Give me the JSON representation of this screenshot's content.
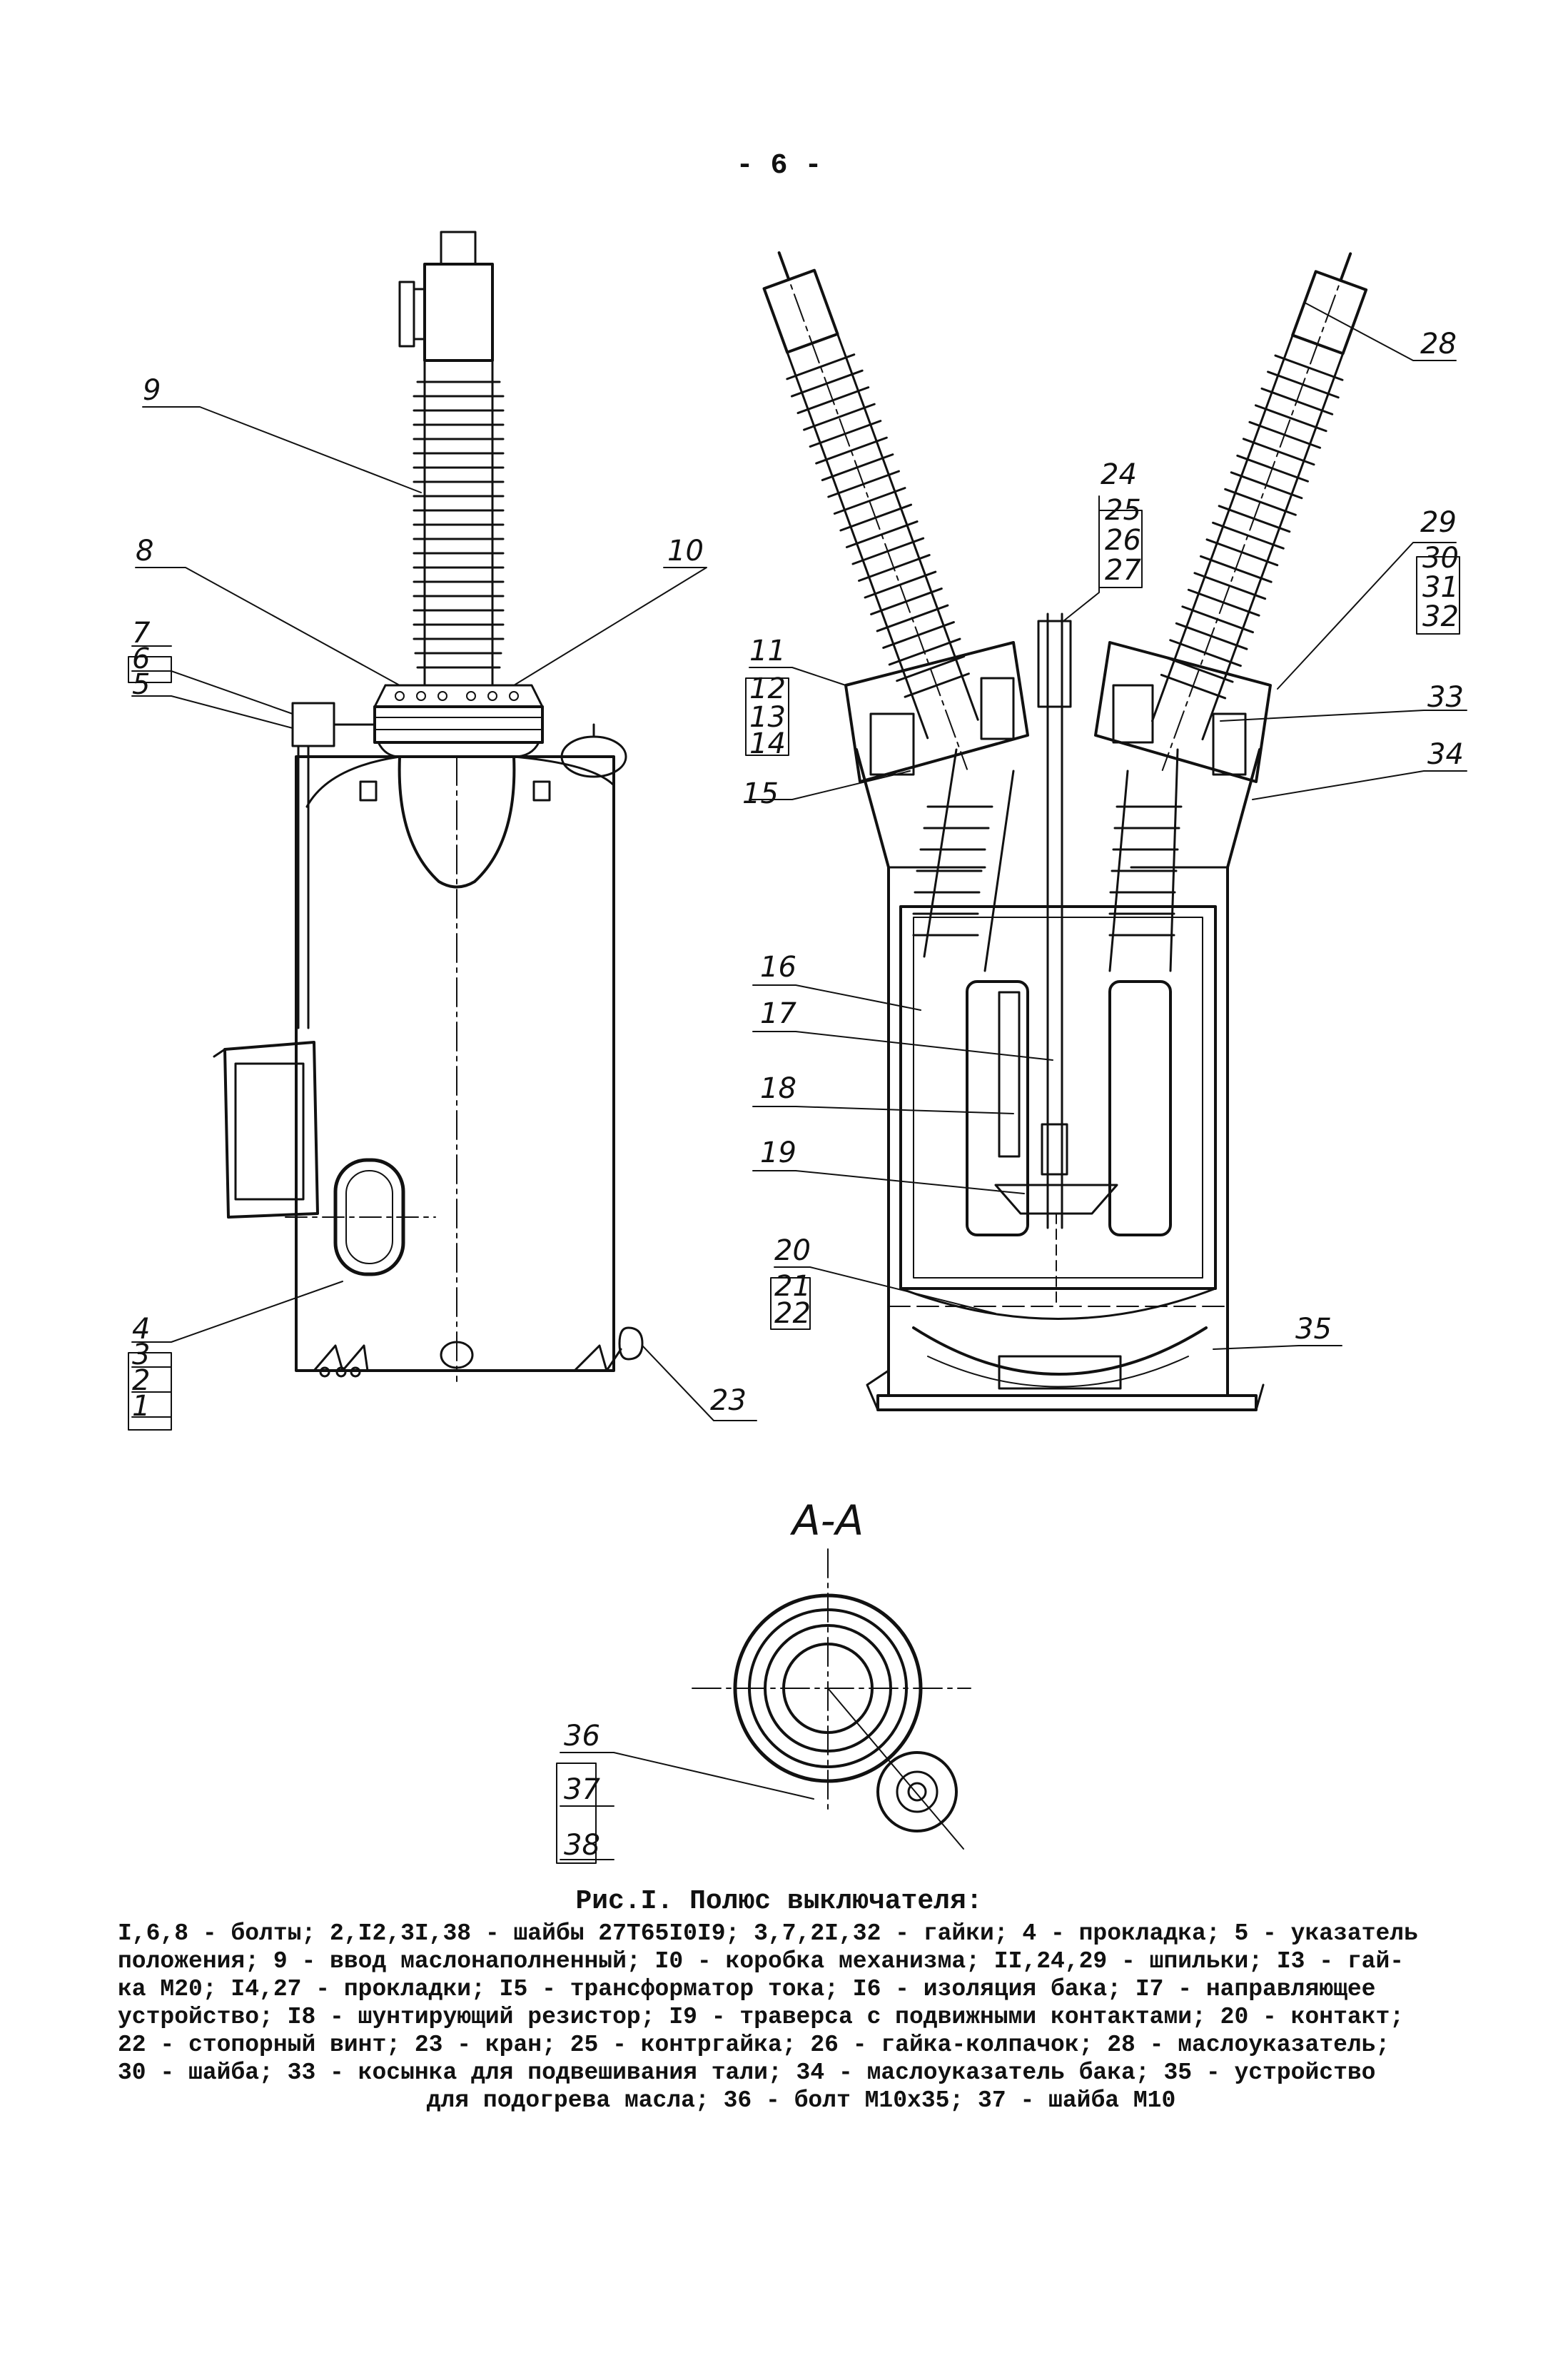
{
  "page_number": "- 6 -",
  "figure": {
    "caption": "Рис.I. Полюс выключателя:",
    "legend_lines": [
      "I,6,8 - болты; 2,I2,3I,38 - шайбы 27Т65I0I9; 3,7,2I,32 - гайки; 4 - прокладка; 5 - указатель",
      "положения; 9 - ввод маслонаполненный; I0 - коробка механизма; II,24,29 - шпильки; I3 - гай-",
      "ка М20; I4,27 - прокладки; I5 - трансформатор тока; I6 - изоляция бака; I7 - направляющее",
      "устройство; I8 - шунтирующий резистор; I9 - траверса с подвижными контактами; 20 - контакт;",
      "22 - стопорный винт; 23 - кран; 25 - контргайка; 26 - гайка-колпачок; 28 - маслоуказатель;",
      "30 - шайба; 33 - косынка для подвешивания тали; 34 - маслоуказатель бака; 35 - устройство",
      "для подогрева масла; 36 - болт М10х35; 37 - шайба М10"
    ]
  },
  "callouts": {
    "c1": "1",
    "c2": "2",
    "c3": "3",
    "c4": "4",
    "c5": "5",
    "c6": "6",
    "c7": "7",
    "c8": "8",
    "c9": "9",
    "c10": "10",
    "c11": "11",
    "c12": "12",
    "c13": "13",
    "c14": "14",
    "c15": "15",
    "c16": "16",
    "c17": "17",
    "c18": "18",
    "c19": "19",
    "c20": "20",
    "c21": "21",
    "c22": "22",
    "c23": "23",
    "c24": "24",
    "c25": "25",
    "c26": "26",
    "c27": "27",
    "c28": "28",
    "c29": "29",
    "c30": "30",
    "c31": "31",
    "c32": "32",
    "c33": "33",
    "c34": "34",
    "c35": "35",
    "c36": "36",
    "c37": "37",
    "c38": "38"
  },
  "section_label": "А-А"
}
